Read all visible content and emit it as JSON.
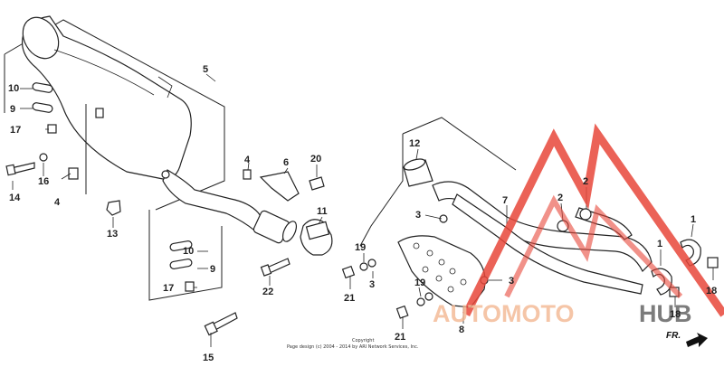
{
  "callouts": {
    "c1a": "1",
    "c1b": "1",
    "c2a": "2",
    "c2b": "2",
    "c3a": "3",
    "c3b": "3",
    "c3c": "3",
    "c4a": "4",
    "c4b": "4",
    "c5": "5",
    "c6": "6",
    "c7": "7",
    "c8": "8",
    "c9a": "9",
    "c9b": "9",
    "c10a": "10",
    "c10b": "10",
    "c11": "11",
    "c12": "12",
    "c13": "13",
    "c14": "14",
    "c15": "15",
    "c16": "16",
    "c17a": "17",
    "c17b": "17",
    "c18a": "18",
    "c18b": "18",
    "c19a": "19",
    "c19b": "19",
    "c20": "20",
    "c21a": "21",
    "c21b": "21",
    "c22": "22"
  },
  "copyright": {
    "line1": "Copyright",
    "line2": "Page design (c) 2004 - 2014 by ARI Network Services, Inc."
  },
  "direction_label": "FR.",
  "watermark": {
    "part1": "AUTOMOTO",
    "part2": "HUB",
    "color_red": "#e8473a",
    "color_orange": "#f2b58f",
    "color_gray": "#555555"
  }
}
